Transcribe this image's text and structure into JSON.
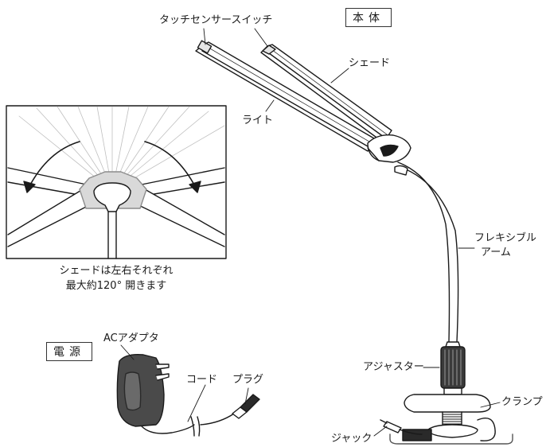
{
  "labels": {
    "main_unit": "本体",
    "touch_sensor": "タッチセンサースイッチ",
    "shade": "シェード",
    "light": "ライト",
    "flexible_arm_line1": "フレキシブル",
    "flexible_arm_line2": "アーム",
    "adjuster": "アジャスター",
    "clamp": "クランプ",
    "jack": "ジャック",
    "power": "電源",
    "ac_adapter": "ACアダプタ",
    "cord": "コード",
    "plug": "プラグ"
  },
  "inset": {
    "caption_line1": "シェードは左右それぞれ",
    "caption_line2": "最大約120° 開きます"
  }
}
